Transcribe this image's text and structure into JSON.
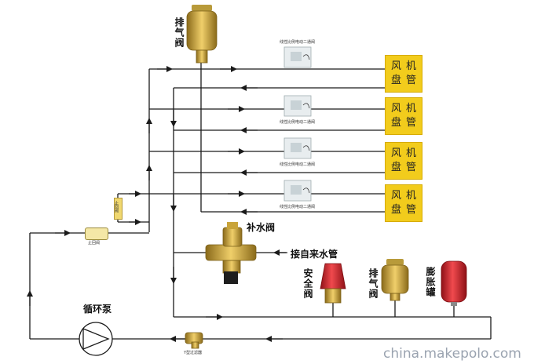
{
  "labels": {
    "top_air_vent": "排气阀",
    "makeup_valve": "补水阀",
    "city_water": "接自来水管",
    "safety_valve": "安全阀",
    "air_vent": "排气阀",
    "expansion_tank": "膨胀罐",
    "pump": "循环泵",
    "check_valve": "止回阀",
    "stop_valve": "止回阀",
    "y_filter": "Y型过滤器",
    "two_way_valve": "线性比例电动二通阀",
    "two_way_valve_top": "线性比例电动二通阀"
  },
  "fan_coils": [
    {
      "line1": "风机",
      "line2": "盘管"
    },
    {
      "line1": "风机",
      "line2": "盘管"
    },
    {
      "line1": "风机",
      "line2": "盘管"
    },
    {
      "line1": "风机",
      "line2": "盘管"
    }
  ],
  "watermark": "china.makepolo.com",
  "colors": {
    "pipe": "#1a1a1a",
    "fan_coil": "#f2cc1c",
    "brass": "#c9a43a",
    "safety_red": "#d8262a",
    "tank_red": "#d41f2a"
  }
}
